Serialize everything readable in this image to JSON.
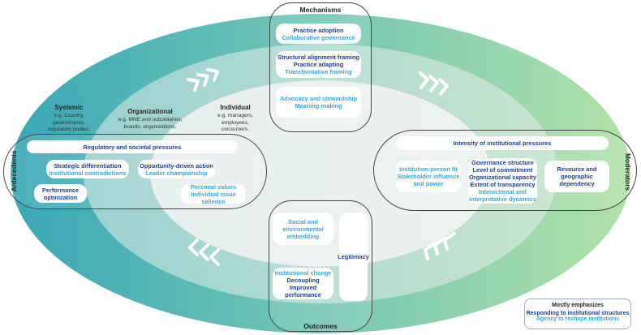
{
  "levels": {
    "systemic": {
      "title": "Systemic",
      "desc": [
        "e.g. Country,",
        "governments,",
        "regulatory bodies."
      ]
    },
    "organizational": {
      "title": "Organizational",
      "desc": [
        "e.g. MNE and subsidiaries,",
        "boards, organizations."
      ]
    },
    "individual": {
      "title": "Individual",
      "desc": [
        "e.g. managers,",
        "employees,",
        "consumers."
      ]
    }
  },
  "mechanisms": {
    "title": "Mechanisms",
    "boxes": [
      {
        "lines": [
          {
            "text": "Practice adoption",
            "tone": "dark"
          },
          {
            "text": "Collaborative governance",
            "tone": "light"
          }
        ]
      },
      {
        "lines": [
          {
            "text": "Structural alignment framing",
            "tone": "dark"
          },
          {
            "text": "Practice adapting",
            "tone": "dark"
          },
          {
            "text": "Transformative framing",
            "tone": "light"
          }
        ]
      },
      {
        "lines": [
          {
            "text": "Advocacy and stewardship",
            "tone": "light"
          },
          {
            "text": "Meaning-making",
            "tone": "light"
          }
        ]
      }
    ]
  },
  "antecedents": {
    "title": "Antecedents",
    "header": "Regulatory and societal pressures",
    "boxes": [
      {
        "lines": [
          {
            "text": "Strategic differentiation",
            "tone": "dark"
          },
          {
            "text": "Institutional contradictions",
            "tone": "light"
          }
        ]
      },
      {
        "lines": [
          {
            "text": "Opportunity-driven action",
            "tone": "dark"
          },
          {
            "text": "Leader championship",
            "tone": "light"
          }
        ]
      },
      {
        "lines": [
          {
            "text": "Performance",
            "tone": "dark"
          },
          {
            "text": "optmization",
            "tone": "dark"
          }
        ]
      },
      {
        "lines": [
          {
            "text": "Personal values",
            "tone": "light"
          },
          {
            "text": "Individual issue salience",
            "tone": "light"
          }
        ]
      }
    ]
  },
  "moderators": {
    "title": "Moderators",
    "header": "Intensity of institutional pressures",
    "boxes": [
      {
        "lines": [
          {
            "text": "Institution-person fit",
            "tone": "light"
          },
          {
            "text": "Stakeholder influence",
            "tone": "light"
          },
          {
            "text": "and power",
            "tone": "light"
          }
        ]
      },
      {
        "lines": [
          {
            "text": "Governance structure",
            "tone": "dark"
          },
          {
            "text": "Level of commitment",
            "tone": "dark"
          },
          {
            "text": "Organizational capacity",
            "tone": "dark"
          },
          {
            "text": "Extent of transparency",
            "tone": "dark"
          },
          {
            "text": "Interactional and",
            "tone": "light"
          },
          {
            "text": "interpretative dynamics",
            "tone": "light"
          }
        ]
      },
      {
        "lines": [
          {
            "text": "Resource and",
            "tone": "dark"
          },
          {
            "text": "geographic dependency",
            "tone": "dark"
          }
        ]
      }
    ]
  },
  "outcomes": {
    "title": "Outcomes",
    "boxes": [
      {
        "lines": [
          {
            "text": "Social and",
            "tone": "light"
          },
          {
            "text": "environmental",
            "tone": "light"
          },
          {
            "text": "embedding",
            "tone": "light"
          }
        ]
      },
      {
        "lines": [
          {
            "text": "Institutional change",
            "tone": "light"
          },
          {
            "text": "Decoupling",
            "tone": "dark"
          },
          {
            "text": "Improved performance",
            "tone": "dark"
          }
        ]
      },
      {
        "lines": [
          {
            "text": "Legitimacy",
            "tone": "dark"
          }
        ]
      }
    ]
  },
  "legend": {
    "title": "Mostly emphasizes",
    "items": [
      {
        "text": "Responding to institutional structures",
        "tone": "dark"
      },
      {
        "text": "Agency to reshape institutions",
        "tone": "light"
      }
    ]
  },
  "colors": {
    "dark": "#1f3f8f",
    "light": "#39a6dc",
    "teal": "#3aa7b9",
    "green": "#a9dea0"
  }
}
